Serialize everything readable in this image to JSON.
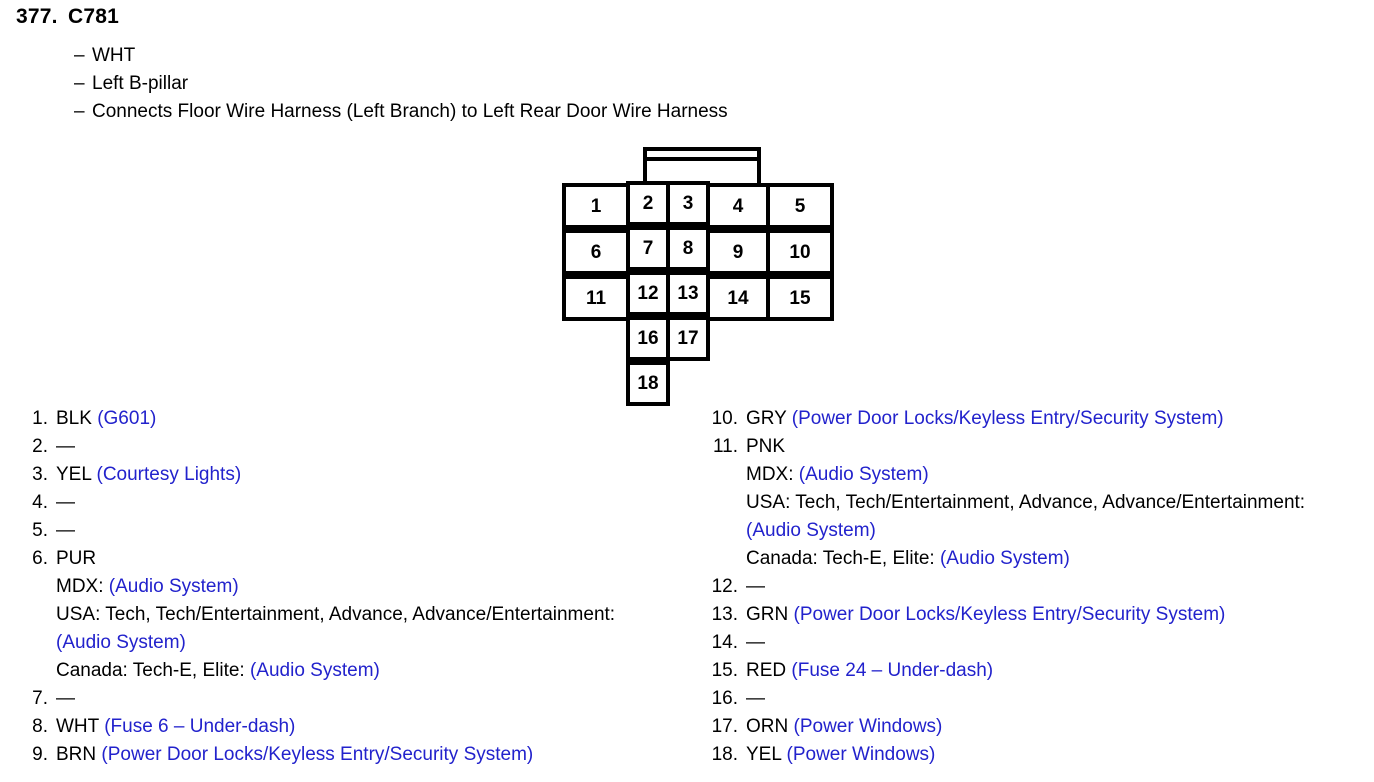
{
  "header": {
    "number": "377.",
    "code": "C781",
    "meta": [
      "WHT",
      "Left B-pillar",
      "Connects Floor Wire Harness (Left Branch) to Left Rear Door Wire Harness"
    ],
    "dash": "–"
  },
  "connector": {
    "name": "C781",
    "pin_count": 18,
    "pins": [
      {
        "number": "1",
        "group": "side",
        "col": 0,
        "row": 0
      },
      {
        "number": "2",
        "group": "center",
        "col": 1,
        "row": 0
      },
      {
        "number": "3",
        "group": "center",
        "col": 2,
        "row": 0
      },
      {
        "number": "4",
        "group": "side",
        "col": 3,
        "row": 0
      },
      {
        "number": "5",
        "group": "side",
        "col": 4,
        "row": 0
      },
      {
        "number": "6",
        "group": "side",
        "col": 0,
        "row": 1
      },
      {
        "number": "7",
        "group": "center",
        "col": 1,
        "row": 1
      },
      {
        "number": "8",
        "group": "center",
        "col": 2,
        "row": 1
      },
      {
        "number": "9",
        "group": "side",
        "col": 3,
        "row": 1
      },
      {
        "number": "10",
        "group": "side",
        "col": 4,
        "row": 1
      },
      {
        "number": "11",
        "group": "side",
        "col": 0,
        "row": 2
      },
      {
        "number": "12",
        "group": "center",
        "col": 1,
        "row": 2
      },
      {
        "number": "13",
        "group": "center",
        "col": 2,
        "row": 2
      },
      {
        "number": "14",
        "group": "side",
        "col": 3,
        "row": 2
      },
      {
        "number": "15",
        "group": "side",
        "col": 4,
        "row": 2
      },
      {
        "number": "16",
        "group": "center",
        "col": 1,
        "row": 3
      },
      {
        "number": "17",
        "group": "center",
        "col": 2,
        "row": 3
      },
      {
        "number": "18",
        "group": "center",
        "col": 1,
        "row": 4
      }
    ]
  },
  "colors": {
    "link": "#2222cc",
    "text": "#000000",
    "background": "#ffffff"
  },
  "pin_list_left": [
    {
      "num": "1.",
      "lines": [
        [
          {
            "t": "BLK ",
            "c": "black"
          },
          {
            "t": "(G601)",
            "c": "blue"
          }
        ]
      ]
    },
    {
      "num": "2.",
      "lines": [
        [
          {
            "t": "—",
            "c": "black"
          }
        ]
      ]
    },
    {
      "num": "3.",
      "lines": [
        [
          {
            "t": "YEL ",
            "c": "black"
          },
          {
            "t": "(Courtesy Lights)",
            "c": "blue"
          }
        ]
      ]
    },
    {
      "num": "4.",
      "lines": [
        [
          {
            "t": "—",
            "c": "black"
          }
        ]
      ]
    },
    {
      "num": "5.",
      "lines": [
        [
          {
            "t": "—",
            "c": "black"
          }
        ]
      ]
    },
    {
      "num": "6.",
      "lines": [
        [
          {
            "t": "PUR",
            "c": "black"
          }
        ],
        [
          {
            "t": "MDX: ",
            "c": "black"
          },
          {
            "t": "(Audio System)",
            "c": "blue"
          }
        ],
        [
          {
            "t": "USA: Tech, Tech/Entertainment, Advance, Advance/Entertainment:",
            "c": "black"
          }
        ],
        [
          {
            "t": "(Audio System)",
            "c": "blue"
          }
        ],
        [
          {
            "t": "Canada: Tech-E, Elite: ",
            "c": "black"
          },
          {
            "t": "(Audio System)",
            "c": "blue"
          }
        ]
      ]
    },
    {
      "num": "7.",
      "lines": [
        [
          {
            "t": "—",
            "c": "black"
          }
        ]
      ]
    },
    {
      "num": "8.",
      "lines": [
        [
          {
            "t": "WHT ",
            "c": "black"
          },
          {
            "t": "(Fuse 6 – Under-dash)",
            "c": "blue"
          }
        ]
      ]
    },
    {
      "num": "9.",
      "lines": [
        [
          {
            "t": "BRN ",
            "c": "black"
          },
          {
            "t": "(Power Door Locks/Keyless Entry/Security System)",
            "c": "blue"
          }
        ]
      ]
    }
  ],
  "pin_list_right": [
    {
      "num": "10.",
      "lines": [
        [
          {
            "t": "GRY ",
            "c": "black"
          },
          {
            "t": "(Power Door Locks/Keyless Entry/Security System)",
            "c": "blue"
          }
        ]
      ]
    },
    {
      "num": "11.",
      "lines": [
        [
          {
            "t": "PNK",
            "c": "black"
          }
        ],
        [
          {
            "t": "MDX: ",
            "c": "black"
          },
          {
            "t": "(Audio System)",
            "c": "blue"
          }
        ],
        [
          {
            "t": "USA: Tech, Tech/Entertainment, Advance, Advance/Entertainment:",
            "c": "black"
          }
        ],
        [
          {
            "t": "(Audio System)",
            "c": "blue"
          }
        ],
        [
          {
            "t": "Canada: Tech-E, Elite: ",
            "c": "black"
          },
          {
            "t": "(Audio System)",
            "c": "blue"
          }
        ]
      ]
    },
    {
      "num": "12.",
      "lines": [
        [
          {
            "t": "—",
            "c": "black"
          }
        ]
      ]
    },
    {
      "num": "13.",
      "lines": [
        [
          {
            "t": "GRN ",
            "c": "black"
          },
          {
            "t": "(Power Door Locks/Keyless Entry/Security System)",
            "c": "blue"
          }
        ]
      ]
    },
    {
      "num": "14.",
      "lines": [
        [
          {
            "t": "—",
            "c": "black"
          }
        ]
      ]
    },
    {
      "num": "15.",
      "lines": [
        [
          {
            "t": "RED ",
            "c": "black"
          },
          {
            "t": "(Fuse 24 – Under-dash)",
            "c": "blue"
          }
        ]
      ]
    },
    {
      "num": "16.",
      "lines": [
        [
          {
            "t": "—",
            "c": "black"
          }
        ]
      ]
    },
    {
      "num": "17.",
      "lines": [
        [
          {
            "t": "ORN ",
            "c": "black"
          },
          {
            "t": "(Power Windows)",
            "c": "blue"
          }
        ]
      ]
    },
    {
      "num": "18.",
      "lines": [
        [
          {
            "t": "YEL ",
            "c": "black"
          },
          {
            "t": "(Power Windows)",
            "c": "blue"
          }
        ]
      ]
    }
  ]
}
